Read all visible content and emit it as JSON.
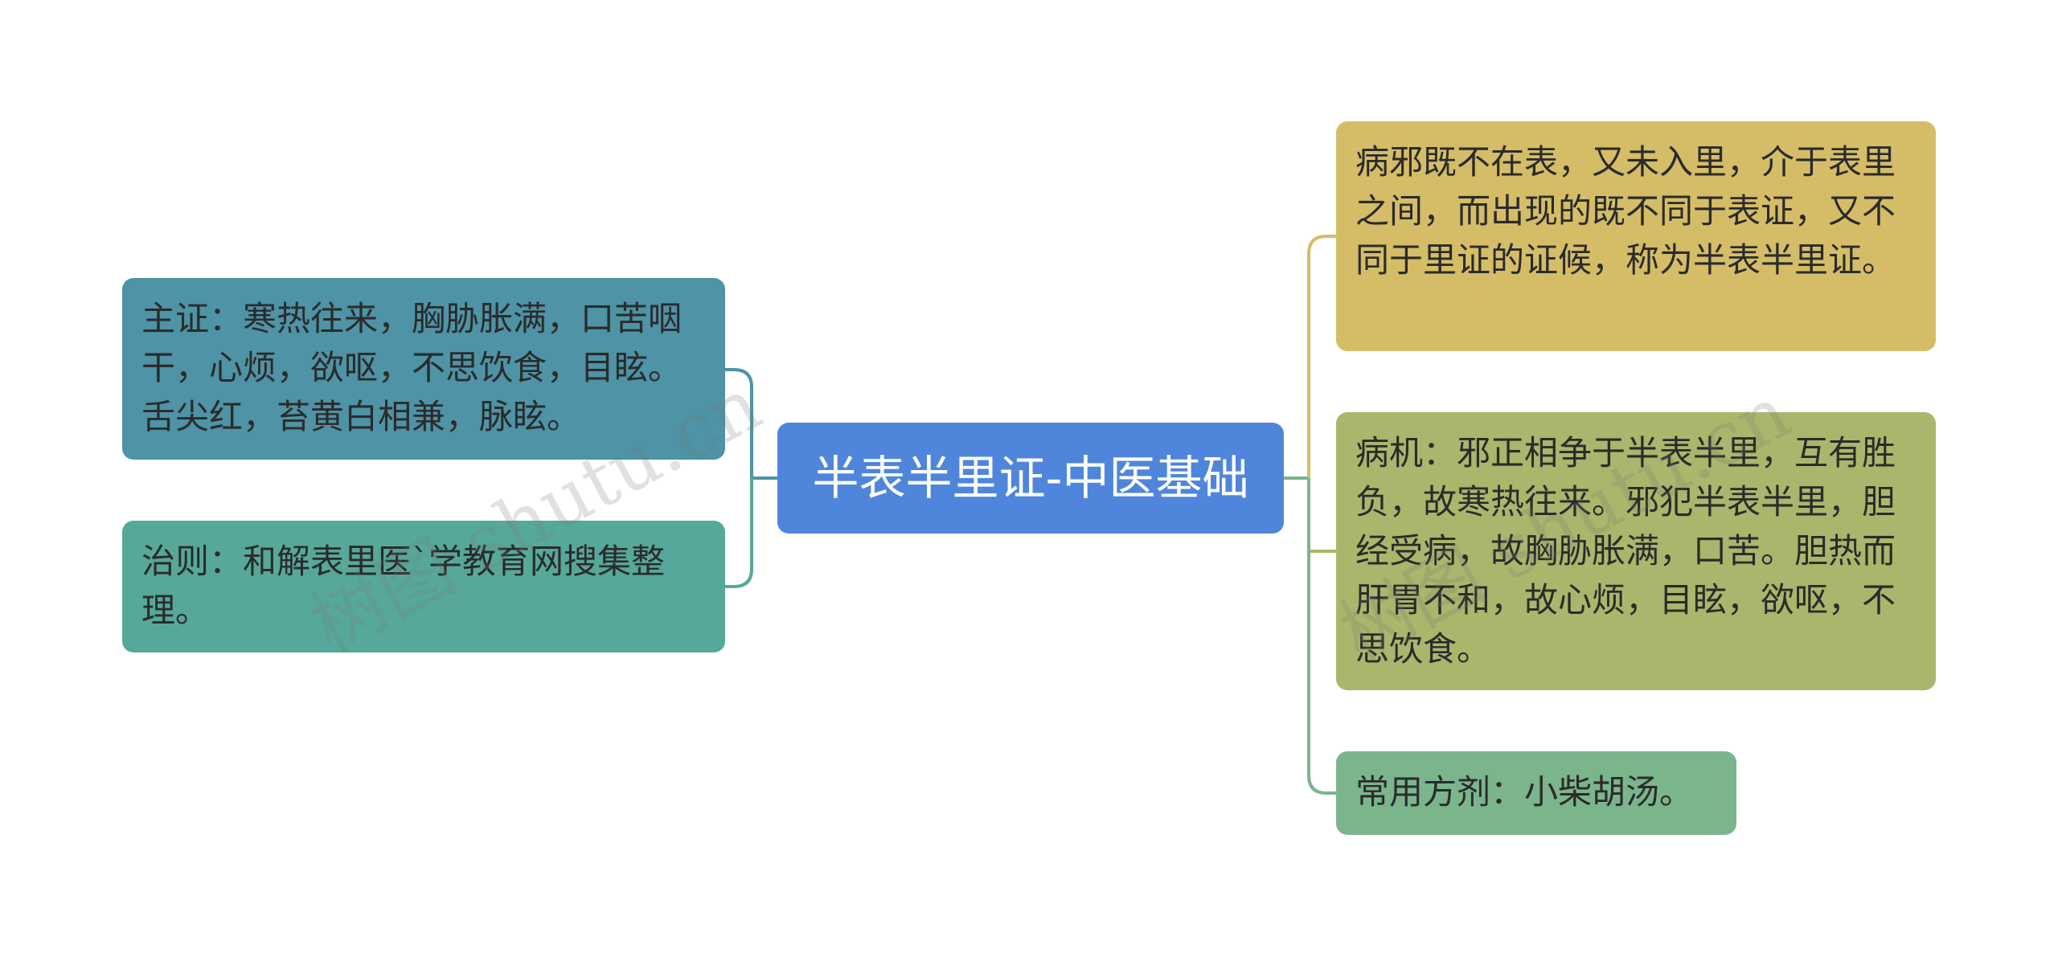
{
  "root": {
    "label": "半表半里证-中医基础"
  },
  "left_nodes": [
    {
      "text": "主证：寒热往来，胸胁胀满，口苦咽干，心烦，欲呕，不思饮食，目眩。舌尖红，苔黄白相兼，脉眩。"
    },
    {
      "text": "治则：和解表里医`学教育网搜集整理。"
    }
  ],
  "right_nodes": [
    {
      "text": "病邪既不在表，又未入里，介于表里之间，而出现的既不同于表证，又不同于里证的证候，称为半表半里证。"
    },
    {
      "text": "病机：邪正相争于半表半里，互有胜负，故寒热往来。邪犯半表半里，胆经受病，故胸胁胀满，口苦。胆热而肝胃不和，故心烦，目眩，欲呕，不思饮食。"
    },
    {
      "text": "常用方剂：小柴胡汤。"
    }
  ],
  "watermark": "树图 shutu.cn",
  "colors": {
    "root": "#4f86dc",
    "main_symptom": "#4e93a6",
    "treatment": "#56a89a",
    "definition": "#d5bd68",
    "mechanism": "#aab66b",
    "formula": "#7bb58c"
  }
}
